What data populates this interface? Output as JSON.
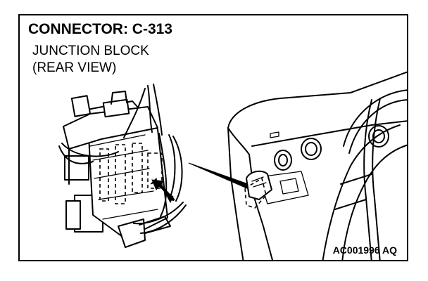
{
  "connector_label": "CONNECTOR: C-313",
  "component_line1": "JUNCTION BLOCK",
  "component_line2": "(REAR VIEW)",
  "figure_code": "AC001996 AQ"
}
